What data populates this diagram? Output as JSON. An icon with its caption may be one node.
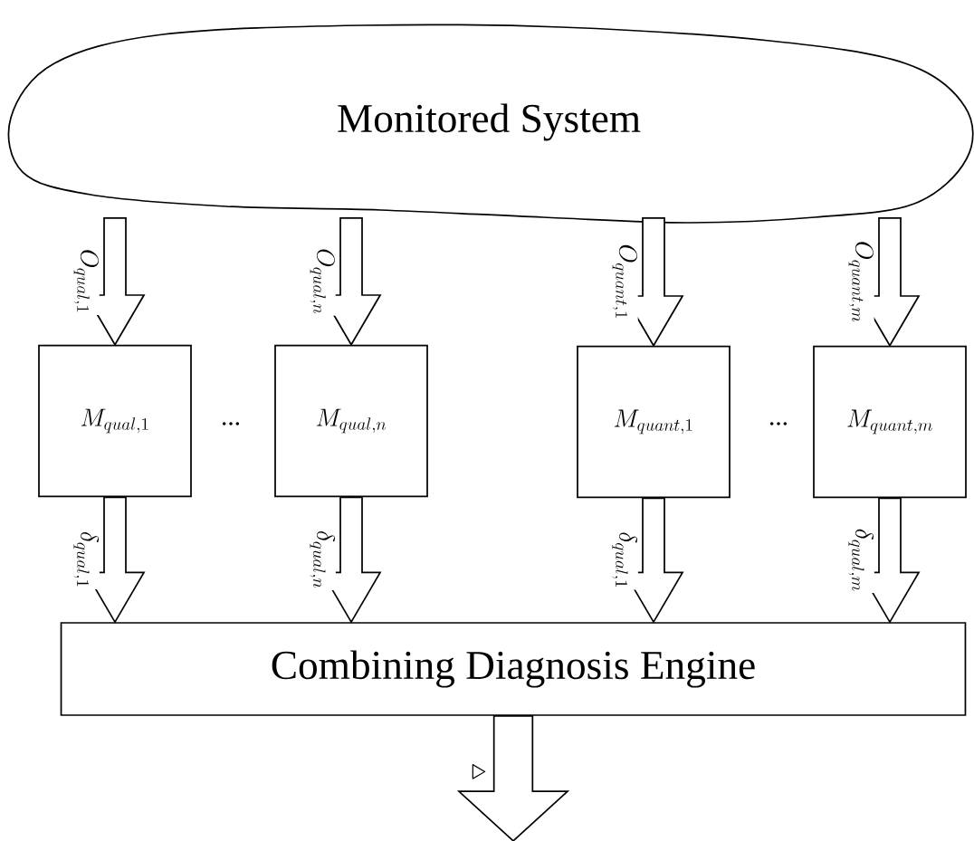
{
  "diagram": {
    "nodes": [
      {
        "text": [
          "Monitored System"
        ]
      },
      {
        "text": [
          "M_{qual,1}"
        ]
      },
      {
        "text": [
          "M_{qual,n}"
        ]
      },
      {
        "text": [
          "M_{quant,1}"
        ]
      },
      {
        "text": [
          "M_{quant,m}"
        ]
      },
      {
        "text": [
          "Combining Diagnosis Engine"
        ]
      }
    ],
    "edges": [
      {
        "from": 0,
        "to": 1,
        "arrow": "to",
        "label": "O_{qual,1}"
      },
      {
        "from": 0,
        "to": 2,
        "arrow": "to",
        "label": "O_{qual,n}"
      },
      {
        "from": 0,
        "to": 3,
        "arrow": "to",
        "label": "O_{quant,1}"
      },
      {
        "from": 0,
        "to": 4,
        "arrow": "to",
        "label": "O_{quant,m}"
      },
      {
        "from": 1,
        "to": 5,
        "arrow": "to",
        "label": "\\delta_{qual,1}"
      },
      {
        "from": 2,
        "to": 5,
        "arrow": "to",
        "label": "\\delta_{qual,n}"
      },
      {
        "from": 3,
        "to": 5,
        "arrow": "to",
        "label": "\\delta_{qual,1}"
      },
      {
        "from": 4,
        "to": 5,
        "arrow": "to",
        "label": "\\delta_{qual,m}"
      },
      {
        "from": 5,
        "to": null,
        "arrow": "to",
        "label": "\\triangleright"
      }
    ],
    "labels": [
      "...",
      "..."
    ]
  }
}
